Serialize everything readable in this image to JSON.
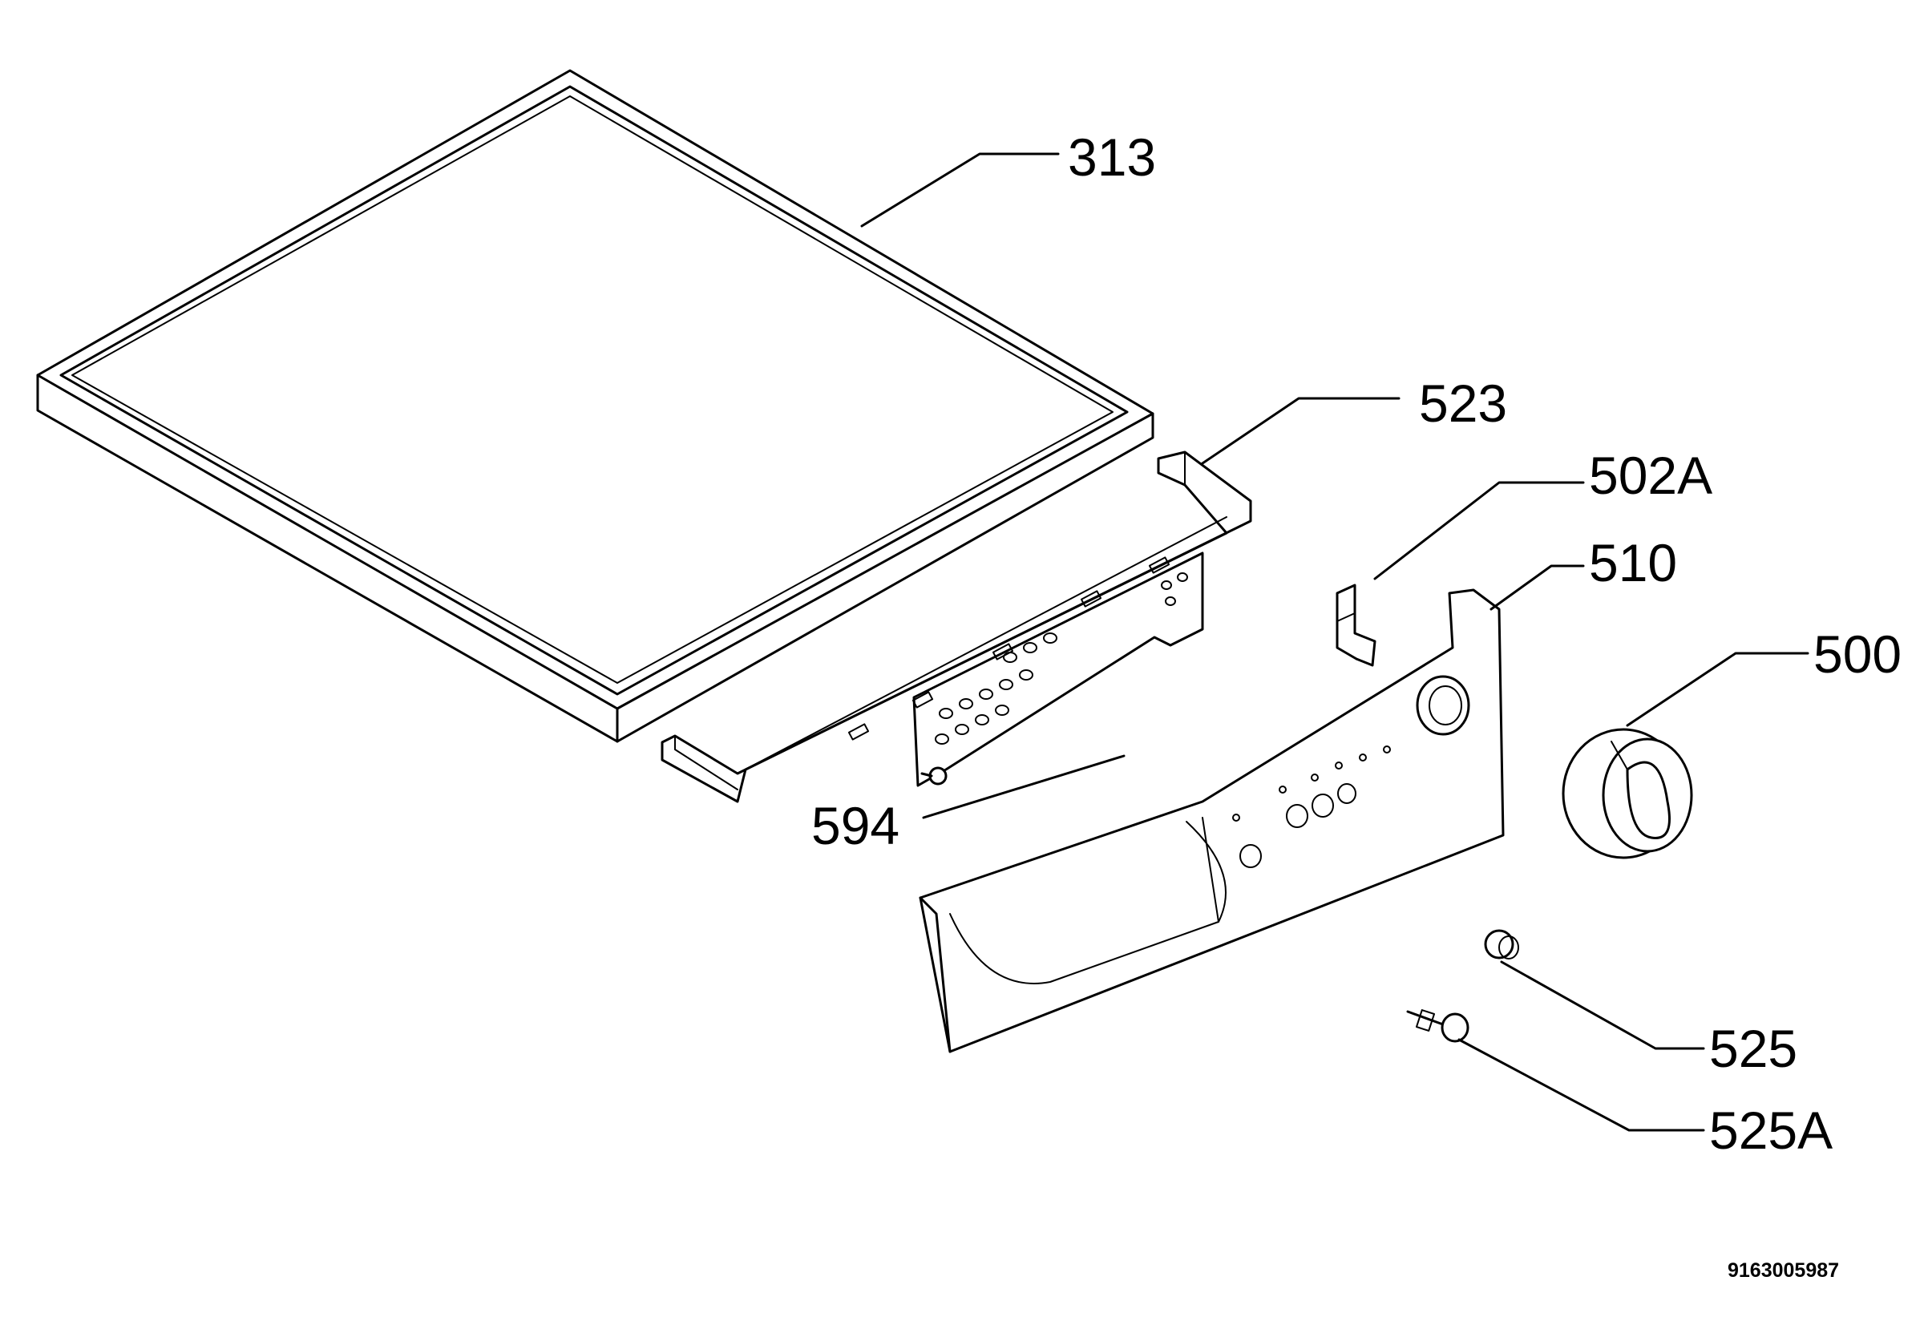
{
  "callouts": {
    "p313": "313",
    "p523": "523",
    "p502a": "502A",
    "p510": "510",
    "p500": "500",
    "p594": "594",
    "p525": "525",
    "p525a": "525A"
  },
  "document_number": "9163005987"
}
